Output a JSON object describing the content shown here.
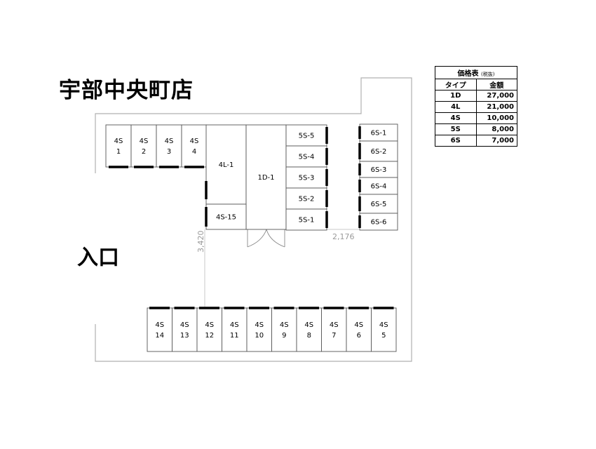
{
  "title": "宇部中央町店",
  "entrance": "入口",
  "dimensions": {
    "horizontal": "2,176",
    "vertical": "3,420"
  },
  "price_table": {
    "title": "価格表",
    "tax_note": "(税抜)",
    "headers": [
      "タイプ",
      "金額"
    ],
    "rows": [
      {
        "type": "1D",
        "price": "27,000"
      },
      {
        "type": "4L",
        "price": "21,000"
      },
      {
        "type": "4S",
        "price": "10,000"
      },
      {
        "type": "5S",
        "price": "8,000"
      },
      {
        "type": "6S",
        "price": "7,000"
      }
    ]
  },
  "units": {
    "top_4s": [
      [
        "4S",
        "1"
      ],
      [
        "4S",
        "2"
      ],
      [
        "4S",
        "3"
      ],
      [
        "4S",
        "4"
      ]
    ],
    "large": [
      "4L-1",
      "1D-1",
      "4S-15"
    ],
    "s5": [
      "5S-5",
      "5S-4",
      "5S-3",
      "5S-2",
      "5S-1"
    ],
    "s6": [
      "6S-1",
      "6S-2",
      "6S-3",
      "6S-4",
      "6S-5",
      "6S-6"
    ],
    "bottom_4s": [
      [
        "4S",
        "14"
      ],
      [
        "4S",
        "13"
      ],
      [
        "4S",
        "12"
      ],
      [
        "4S",
        "11"
      ],
      [
        "4S",
        "10"
      ],
      [
        "4S",
        "9"
      ],
      [
        "4S",
        "8"
      ],
      [
        "4S",
        "7"
      ],
      [
        "4S",
        "6"
      ],
      [
        "4S",
        "5"
      ]
    ]
  }
}
